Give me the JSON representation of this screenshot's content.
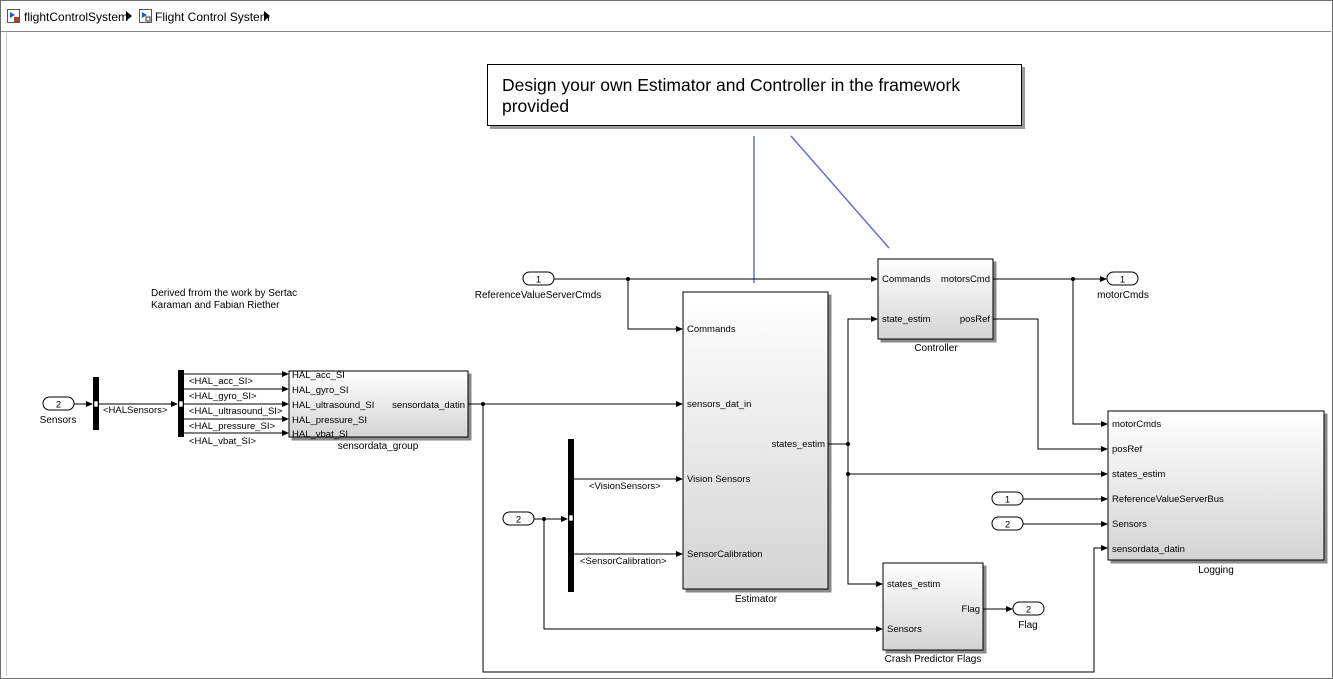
{
  "breadcrumb": {
    "items": [
      {
        "label": "flightControlSystem",
        "icon": "model-icon"
      },
      {
        "label": "Flight Control System",
        "icon": "subsystem-icon"
      }
    ]
  },
  "annotation": {
    "text": "Design your own Estimator and Controller in the framework provided",
    "credit": "Derived frrom the work by Sertac Karaman and Fabian Riether"
  },
  "ports": {
    "inport_sensors": {
      "number": "2",
      "label": "Sensors"
    },
    "inport_ref": {
      "number": "1",
      "label": "ReferenceValueServerCmds"
    },
    "inport_vision": {
      "number": "2"
    },
    "outport_motor": {
      "number": "1",
      "label": "motorCmds"
    },
    "outport_flag": {
      "number": "2",
      "label": "Flag"
    },
    "logging_in1": {
      "number": "1"
    },
    "logging_in2": {
      "number": "2"
    }
  },
  "signals": {
    "halsensors": "<HALSensors>",
    "hal_outputs": [
      "<HAL_acc_SI>",
      "<HAL_gyro_SI>",
      "<HAL_ultrasound_SI>",
      "<HAL_pressure_SI>",
      "<HAL_vbat_SI>"
    ],
    "vision": "<VisionSensors>",
    "calibration": "<SensorCalibration>"
  },
  "blocks": {
    "sensordata_group": {
      "title": "sensordata_group",
      "inputs": [
        "HAL_acc_SI",
        "HAL_gyro_SI",
        "HAL_ultrasound_SI",
        "HAL_pressure_SI",
        "HAL_vbat_SI"
      ],
      "output": "sensordata_datin"
    },
    "estimator": {
      "title": "Estimator",
      "inputs": [
        "Commands",
        "sensors_dat_in",
        "Vision Sensors",
        "SensorCalibration"
      ],
      "output": "states_estim"
    },
    "controller": {
      "title": "Controller",
      "inputs": [
        "Commands",
        "state_estim"
      ],
      "outputs": [
        "motorsCmd",
        "posRef"
      ]
    },
    "logging": {
      "title": "Logging",
      "inputs": [
        "motorCmds",
        "posRef",
        "states_estim",
        "ReferenceValueServerBus",
        "Sensors",
        "sensordata_datin"
      ]
    },
    "crash": {
      "title": "Crash Predictor Flags",
      "inputs": [
        "states_estim",
        "Sensors"
      ],
      "output": "Flag"
    }
  },
  "colors": {
    "connector": "#6b6bd6",
    "line": "#000000",
    "bus_bar": "#000000"
  }
}
